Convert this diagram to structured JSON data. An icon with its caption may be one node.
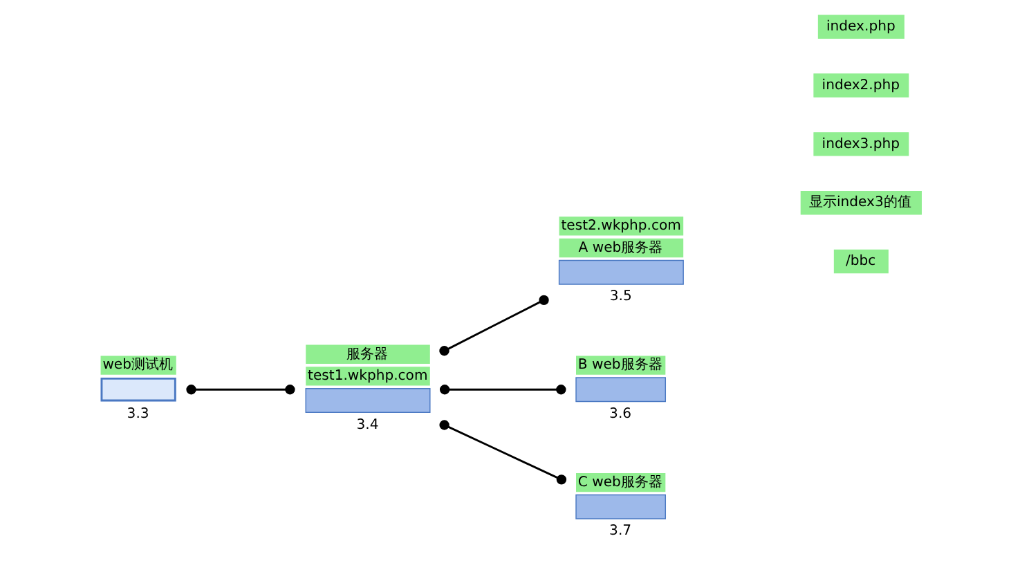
{
  "diagram": {
    "nodes": [
      {
        "text": [
          "web测试机",
          "3.3"
        ]
      },
      {
        "text": [
          "服务器",
          "test1.wkphp.com",
          "3.4"
        ]
      },
      {
        "text": [
          "test2.wkphp.com",
          "A web服务器",
          "3.5"
        ]
      },
      {
        "text": [
          "B web服务器",
          "3.6"
        ]
      },
      {
        "text": [
          "C web服务器",
          "3.7"
        ]
      }
    ],
    "edges": [
      {
        "from": 0,
        "to": 1,
        "arrow": "other"
      },
      {
        "from": 1,
        "to": 2,
        "arrow": "other"
      },
      {
        "from": 1,
        "to": 3,
        "arrow": "other"
      },
      {
        "from": 1,
        "to": 4,
        "arrow": "other"
      }
    ],
    "labels": [
      "/bbc",
      "index.php",
      "index2.php",
      "index3.php",
      "显示index3的值"
    ]
  }
}
